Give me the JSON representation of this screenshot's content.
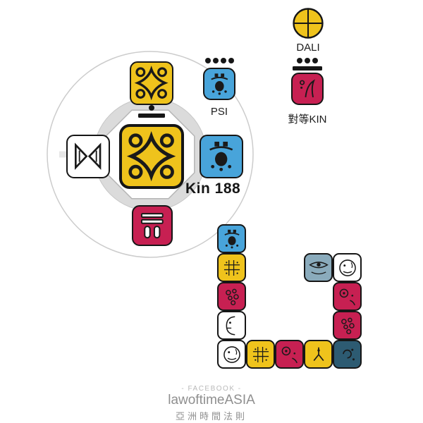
{
  "colors": {
    "yellow": "#EFC31C",
    "blue": "#48A4DA",
    "red": "#C72052",
    "white": "#FFFFFF",
    "navy": "#2D5B72",
    "steel": "#8AABBC",
    "ink": "#161616",
    "gray_text": "#8F8F8F",
    "gray_faint": "#B9B9B9"
  },
  "oracle": {
    "kin_label": "Kin 188",
    "tone": {
      "dots": 1,
      "bars": 1
    },
    "seals": {
      "destiny": {
        "glyph": "star",
        "color": "yellow"
      },
      "guide": {
        "glyph": "star",
        "color": "yellow"
      },
      "analog": {
        "glyph": "monkey",
        "color": "blue"
      },
      "antipode": {
        "glyph": "skywalker",
        "color": "red"
      },
      "occult": {
        "glyph": "mirror",
        "color": "white"
      }
    }
  },
  "psi": {
    "label": "PSI",
    "tone": {
      "dots": 4,
      "bars": 0
    },
    "seal": {
      "glyph": "monkey",
      "color": "blue"
    }
  },
  "equivalent": {
    "label": "對等KIN",
    "tone": {
      "dots": 3,
      "bars": 1
    },
    "seal": {
      "glyph": "earth",
      "color": "red"
    }
  },
  "dali": {
    "label": "DALI"
  },
  "path_tiles": [
    {
      "col": 0,
      "row": 0,
      "color": "blue",
      "glyph": "monkey"
    },
    {
      "col": 0,
      "row": 1,
      "color": "yellow",
      "glyph": "checker"
    },
    {
      "col": 0,
      "row": 2,
      "color": "red",
      "glyph": "berries"
    },
    {
      "col": 0,
      "row": 3,
      "color": "white",
      "glyph": "profile"
    },
    {
      "col": 0,
      "row": 4,
      "color": "white",
      "glyph": "wind"
    },
    {
      "col": 1,
      "row": 4,
      "color": "yellow",
      "glyph": "checker"
    },
    {
      "col": 2,
      "row": 4,
      "color": "red",
      "glyph": "moon"
    },
    {
      "col": 3,
      "row": 4,
      "color": "yellow",
      "glyph": "seed"
    },
    {
      "col": 4,
      "row": 4,
      "color": "navy",
      "glyph": "storm"
    },
    {
      "col": 4,
      "row": 3,
      "color": "red",
      "glyph": "berries"
    },
    {
      "col": 4,
      "row": 2,
      "color": "red",
      "glyph": "moon"
    },
    {
      "col": 4,
      "row": 1,
      "color": "white",
      "glyph": "wind"
    },
    {
      "col": 3,
      "row": 1,
      "color": "steel",
      "glyph": "eye"
    }
  ],
  "footer": {
    "line1": "- FACEBOOK -",
    "line2": "lawoftimeASIA",
    "line3": "亞洲時間法則"
  }
}
